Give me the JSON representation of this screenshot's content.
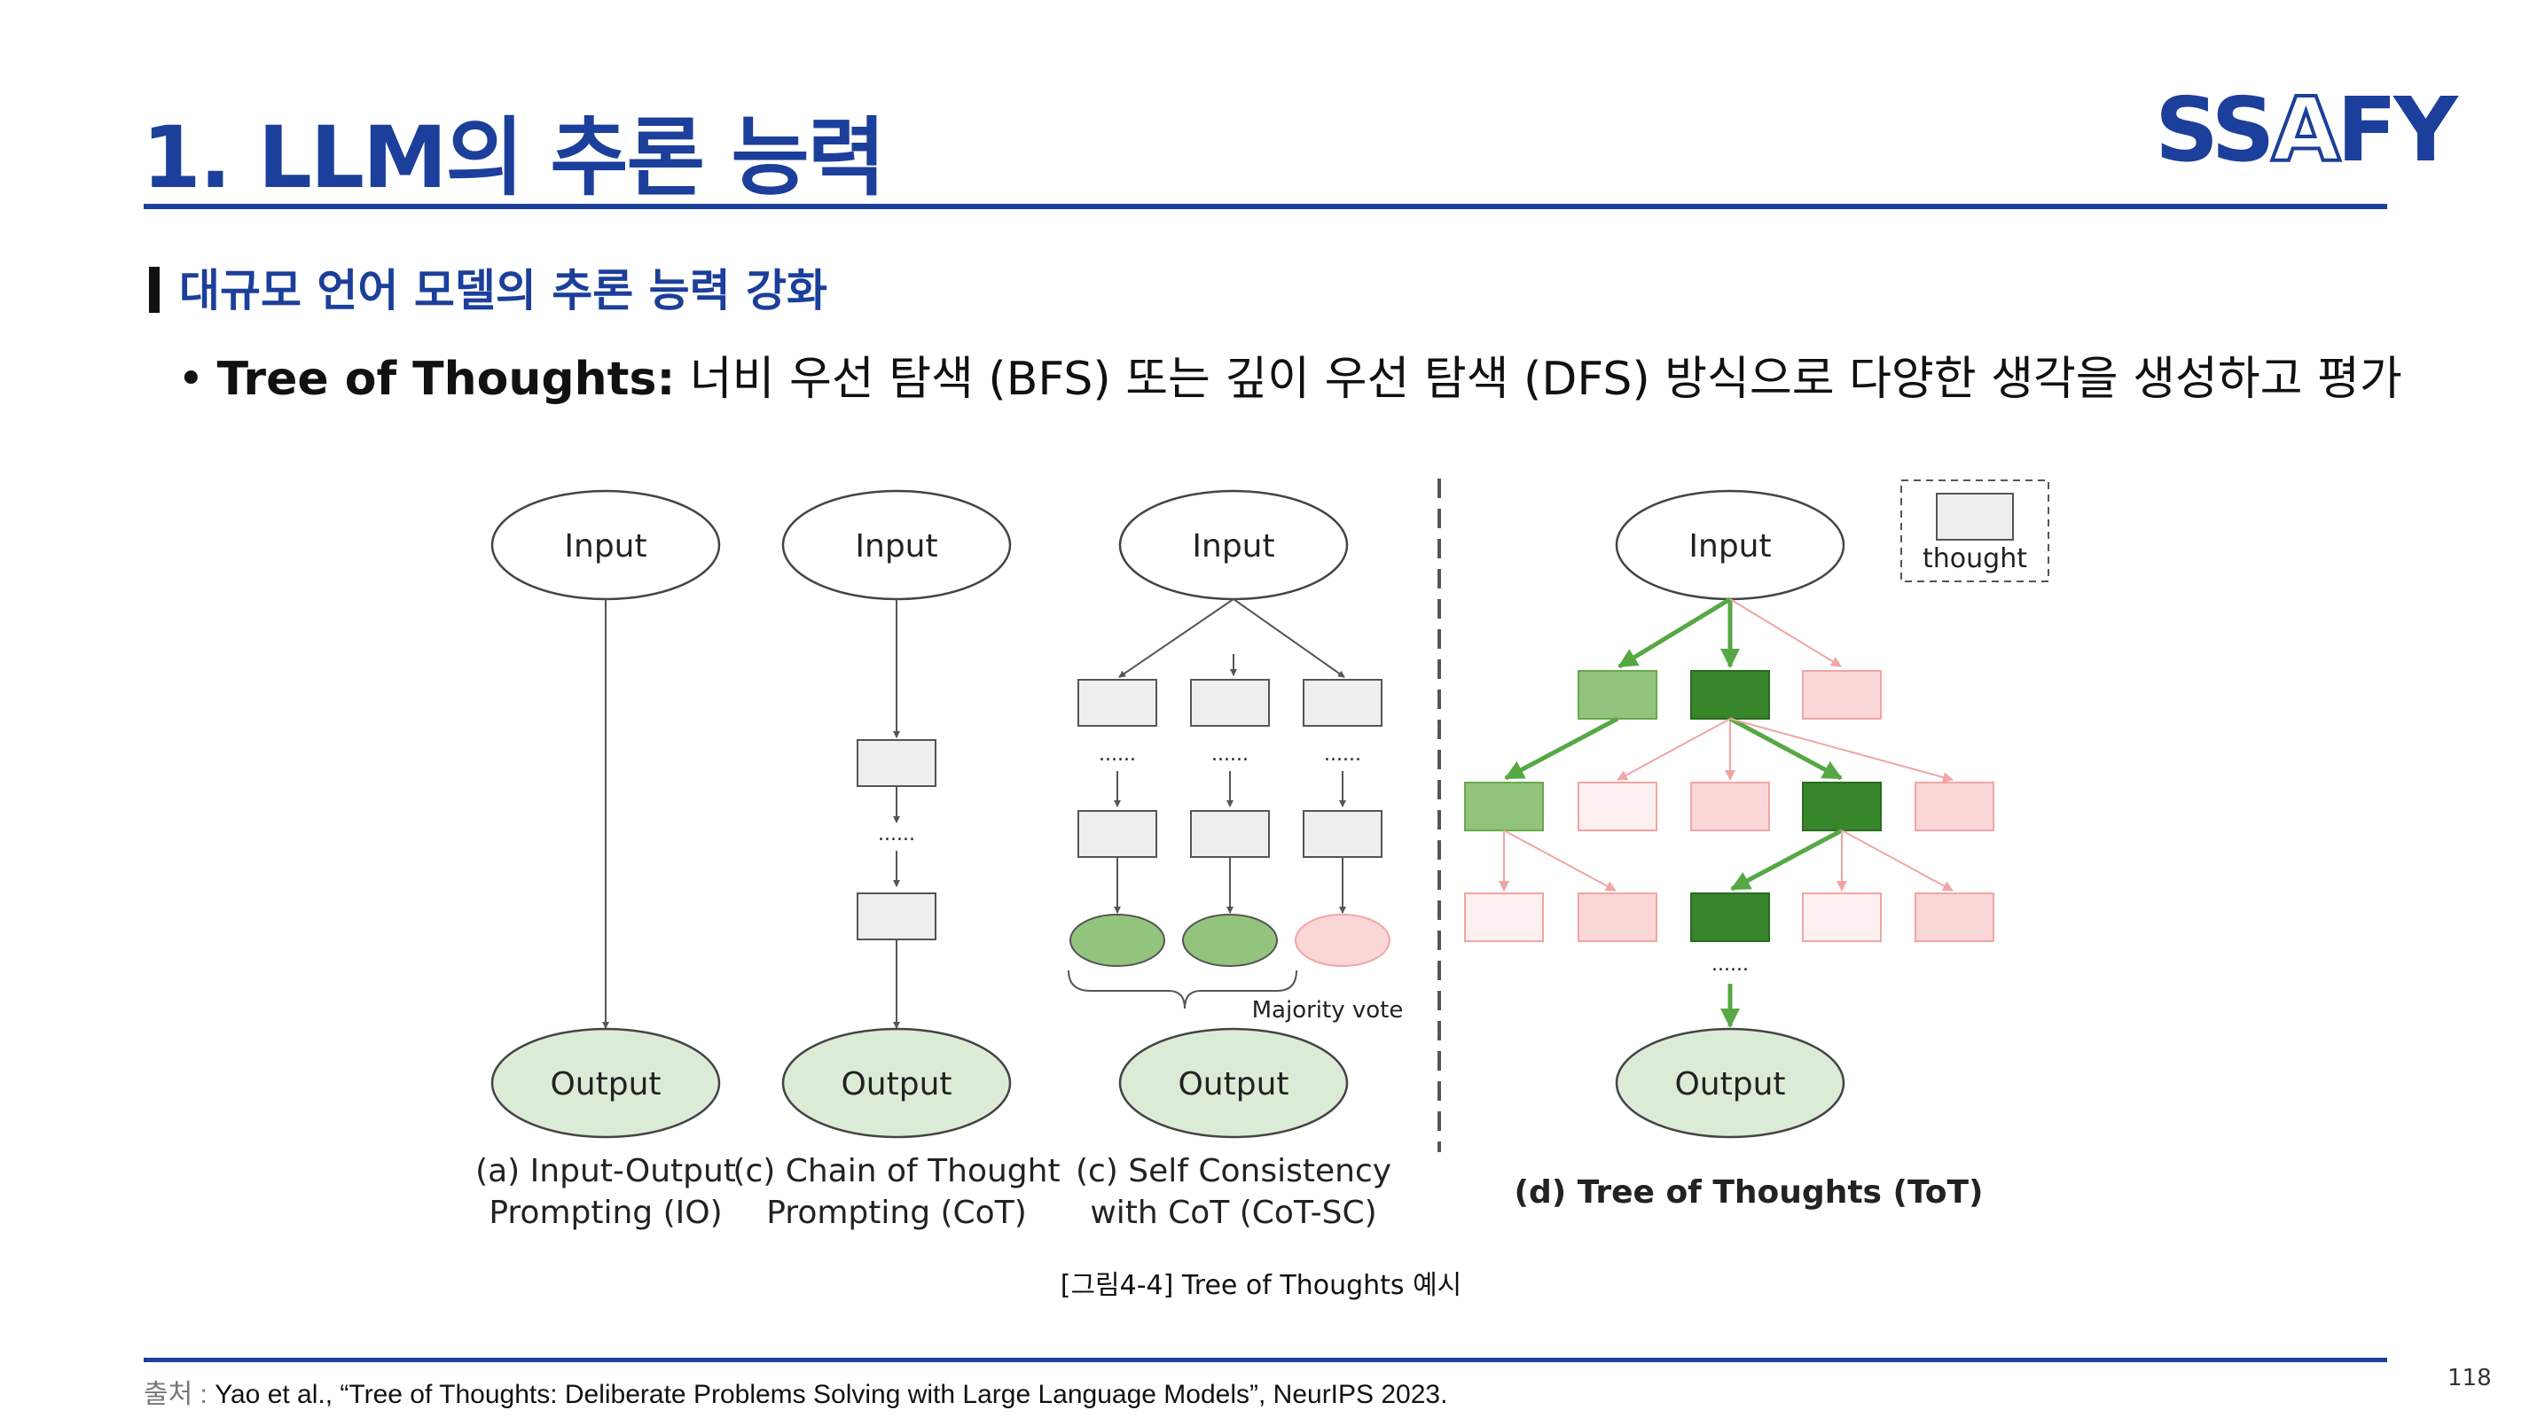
{
  "header": {
    "title": "1. LLM의 추론 능력",
    "logo_text": "SSAFY",
    "logo_prefix": "SS",
    "logo_middle": "A",
    "logo_suffix": "FY"
  },
  "section": {
    "heading": "대규모 언어 모델의 추론 능력 강화",
    "bullet_term": "Tree of Thoughts:",
    "bullet_text": " 너비 우선 탐색 (BFS) 또는 깊이 우선 탐색 (DFS) 방식으로 다양한 생각을 생성하고 평가"
  },
  "diagram": {
    "node_input": "Input",
    "node_output": "Output",
    "ellipsis": "......",
    "majority_vote": "Majority vote",
    "legend_label": "thought",
    "panel_a": [
      "(a) Input-Output",
      "Prompting (IO)"
    ],
    "panel_b": [
      "(c) Chain of Thought",
      "Prompting (CoT)"
    ],
    "panel_c": [
      "(c) Self Consistency",
      "with CoT (CoT-SC)"
    ],
    "panel_d": "(d) Tree of Thoughts (ToT)",
    "colors": {
      "thought_fill": "#eeeeee",
      "output_fill": "#dcebd6",
      "green_light": "#93c47d",
      "green_dark": "#38862c",
      "pink_fill": "#fbd6d6",
      "pink_stroke": "#f1a5a5",
      "pink_pale": "#fdf0f0"
    }
  },
  "caption": "[그림4-4] Tree of Thoughts 예시",
  "footer": {
    "source_label": "출처 : ",
    "source_text": "Yao et al., “Tree of Thoughts: Deliberate Problems Solving with Large Language Models”, NeurIPS 2023.",
    "page_number": "118"
  }
}
